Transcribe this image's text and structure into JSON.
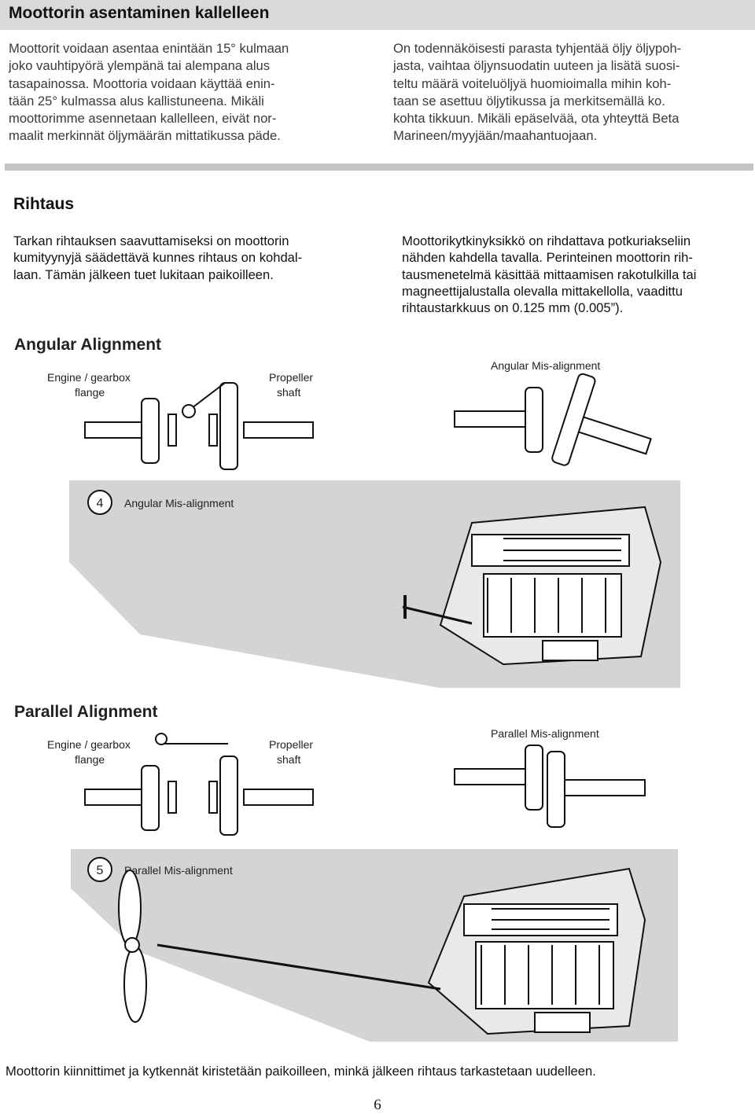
{
  "section1": {
    "title": "Moottorin asentaminen kallelleen",
    "left_lines": [
      "Moottorit voidaan asentaa enintään 15° kulmaan",
      "joko vauhtipyörä ylempänä tai alempana alus",
      "tasapainossa. Moottoria voidaan käyttää enin-",
      "tään 25° kulmassa alus kallistuneena. Mikäli",
      "moottorimme asennetaan kallelleen, eivät nor-",
      "maalit merkinnät öljymäärän mittatikussa päde."
    ],
    "right_lines": [
      "On todennäköisesti parasta tyhjentää öljy öljypoh-",
      "jasta, vaihtaa öljynsuodatin uuteen ja lisätä suosi-",
      "teltu määrä voiteluöljyä huomioimalla mihin koh-",
      "taan se asettuu öljytikussa ja merkitsemällä ko.",
      "kohta tikkuun. Mikäli epäselvää, ota yhteyttä Beta",
      "Marineen/myyjään/maahantuojaan."
    ]
  },
  "section2": {
    "title": "Rihtaus",
    "left_lines": [
      "Tarkan rihtauksen saavuttamiseksi on moottorin",
      "kumityynyjä säädettävä kunnes rihtaus on kohdal-",
      "laan. Tämän jälkeen tuet lukitaan paikoilleen."
    ],
    "right_lines": [
      "Moottorikytkinyksikkö on rihdattava potkuriakseliin",
      "nähden kahdella tavalla. Perinteinen moottorin rih-",
      "tausmenetelmä käsittää mittaamisen rakotulkilla tai",
      "magneettijalustalla olevalla mittakellolla, vaadittu",
      "rihtaustarkkuus on 0.125 mm (0.005”)."
    ]
  },
  "figure_angular": {
    "title": "Angular Alignment",
    "flange_label": [
      "Engine / gearbox",
      "flange"
    ],
    "shaft_label": [
      "Propeller",
      "shaft"
    ],
    "misalign_label": "Angular Mis-alignment",
    "panel_number": "4",
    "panel_label": "Angular Mis-alignment"
  },
  "figure_parallel": {
    "title": "Parallel Alignment",
    "flange_label": [
      "Engine / gearbox",
      "flange"
    ],
    "shaft_label": [
      "Propeller",
      "shaft"
    ],
    "misalign_label": "Parallel Mis-alignment",
    "panel_number": "5",
    "panel_label": "Parallel Mis-alignment"
  },
  "footer": "Moottorin kiinnittimet ja kytkennät kiristetään paikoilleen, minkä jälkeen rihtaus tarkastetaan uudelleen.",
  "page_number": "6",
  "colors": {
    "title_bar": "#d9d9d9",
    "rule": "#c4c4c4",
    "panel": "#d4d4d4"
  }
}
